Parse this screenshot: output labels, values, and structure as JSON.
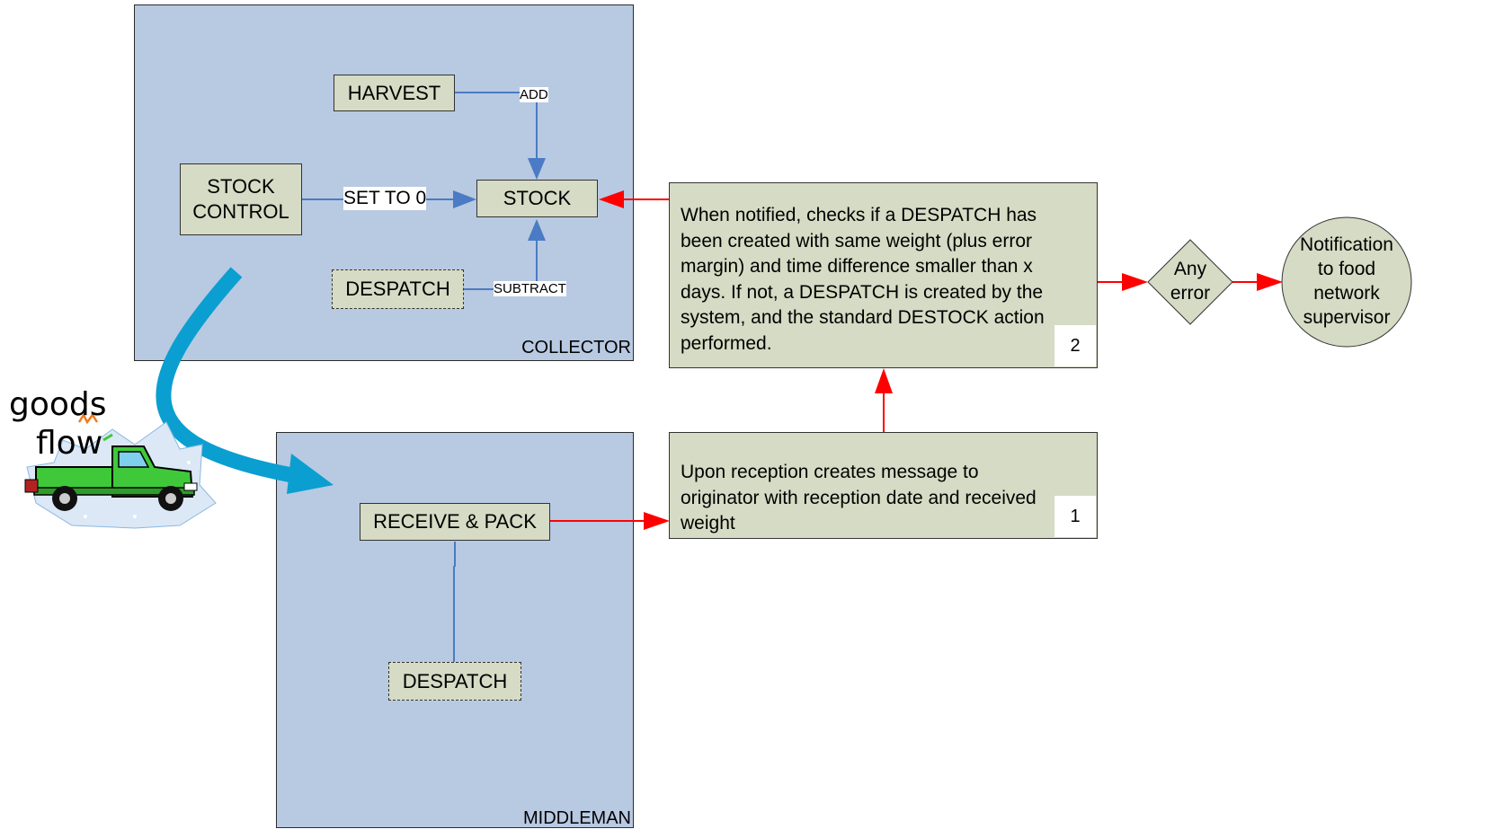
{
  "regions": {
    "collector": "COLLECTOR",
    "middleman": "MIDDLEMAN"
  },
  "nodes": {
    "harvest": "HARVEST",
    "stock": "STOCK",
    "stock_control": "STOCK\nCONTROL",
    "despatch_collector": "DESPATCH",
    "receive_pack": "RECEIVE & PACK",
    "despatch_middleman": "DESPATCH"
  },
  "edge_labels": {
    "add": "ADD",
    "set_to_0": "SET TO 0",
    "subtract": "SUBTRACT"
  },
  "notes": {
    "note1": {
      "text": "Upon reception creates message to originator with reception date and received weight",
      "number": "1"
    },
    "note2": {
      "text": "When notified, checks if a DESPATCH has been created with same weight (plus error margin) and time difference smaller than x days. If not, a DESPATCH is created by the system, and the standard DESTOCK action performed.",
      "number": "2"
    }
  },
  "decision": "Any\nerror",
  "terminal": "Notification\nto food\nnetwork\nsupervisor",
  "goods_flow": {
    "line1": "goods",
    "line2": "flow"
  },
  "colors": {
    "region_fill": "#b8c9e2",
    "box_fill": "#d5dbc4",
    "blue_connector": "#4a7bc4",
    "red_connector": "#ff0000",
    "flow_arrow": "#0a9fd0",
    "truck_green": "#3fc93a"
  },
  "icons": {
    "truck": "pickup-truck-icon",
    "flow_arrow": "curved-arrow-icon"
  }
}
